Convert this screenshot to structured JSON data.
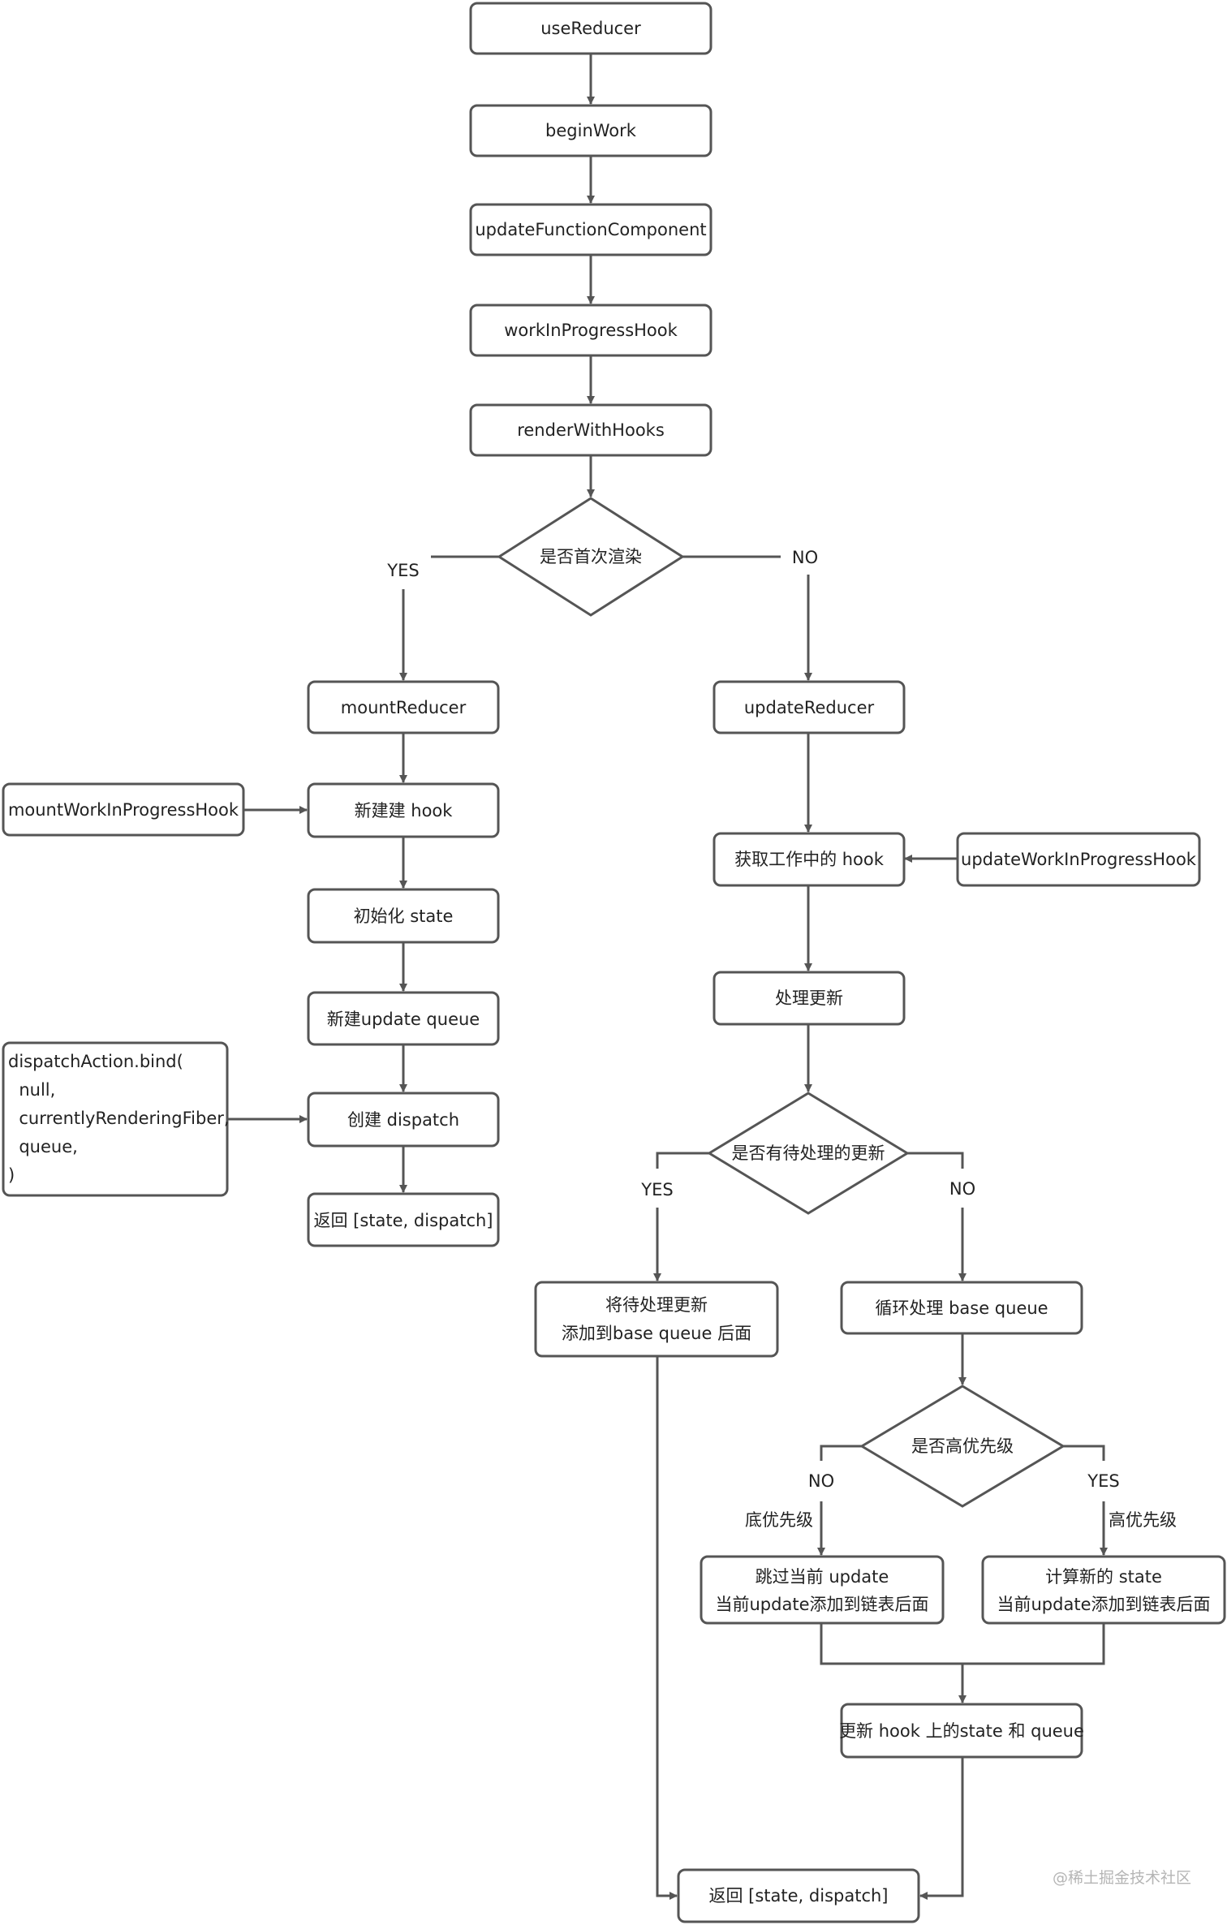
{
  "nodes": {
    "use_reducer": "useReducer",
    "begin_work": "beginWork",
    "update_function_component": "updateFunctionComponent",
    "work_in_progress_hook": "workInProgressHook",
    "render_with_hooks": "renderWithHooks",
    "is_first_render": "是否首次渲染",
    "mount_reducer": "mountReducer",
    "mount_wip_hook": "mountWorkInProgressHook",
    "new_hook": "新建建 hook",
    "init_state": "初始化 state",
    "new_update_queue": "新建update queue",
    "dispatch_action": [
      "dispatchAction.bind(",
      "  null,",
      "  currentlyRenderingFiber,",
      "  queue,",
      ")"
    ],
    "create_dispatch": "创建 dispatch",
    "return_left": "返回 [state, dispatch]",
    "update_reducer": "updateReducer",
    "get_wip_hook": "获取工作中的 hook",
    "update_wip_hook": "updateWorkInProgressHook",
    "process_update": "处理更新",
    "has_pending": "是否有待处理的更新",
    "append_pending": [
      "将待处理更新",
      "添加到base queue 后面"
    ],
    "loop_base_queue": "循环处理 base queue",
    "is_high_priority": "是否高优先级",
    "skip_update": [
      "跳过当前 update",
      "当前update添加到链表后面"
    ],
    "compute_state": [
      "计算新的 state",
      "当前update添加到链表后面"
    ],
    "update_hook_state": "更新 hook 上的state 和 queue",
    "return_right": "返回 [state, dispatch]"
  },
  "edge_labels": {
    "first_yes": "YES",
    "first_no": "NO",
    "pending_yes": "YES",
    "pending_no": "NO",
    "priority_no": "NO",
    "priority_yes": "YES",
    "low_priority": "底优先级",
    "high_priority": "高优先级"
  },
  "watermark": "@稀土掘金技术社区"
}
